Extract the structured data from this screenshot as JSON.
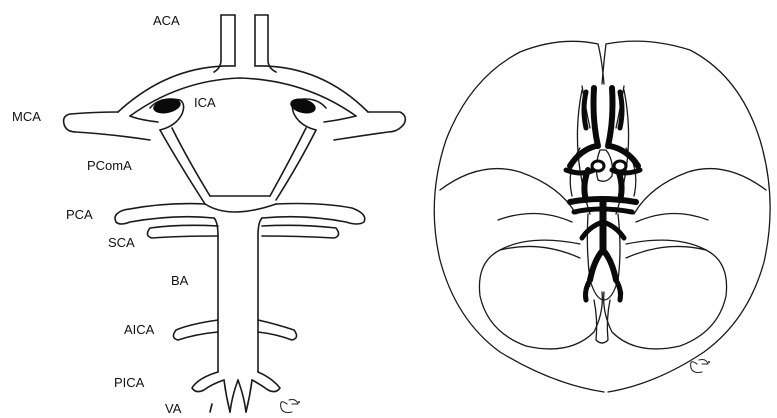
{
  "left_diagram": {
    "labels": {
      "aca": "ACA",
      "mca": "MCA",
      "ica": "ICA",
      "pcoma": "PComA",
      "pca": "PCA",
      "sca": "SCA",
      "ba": "BA",
      "aica": "AICA",
      "pica": "PICA",
      "va": "VA"
    }
  },
  "colors": {
    "line": "#1a1a1a",
    "background": "#ffffff",
    "artery_fill": "#0a0a0a"
  }
}
